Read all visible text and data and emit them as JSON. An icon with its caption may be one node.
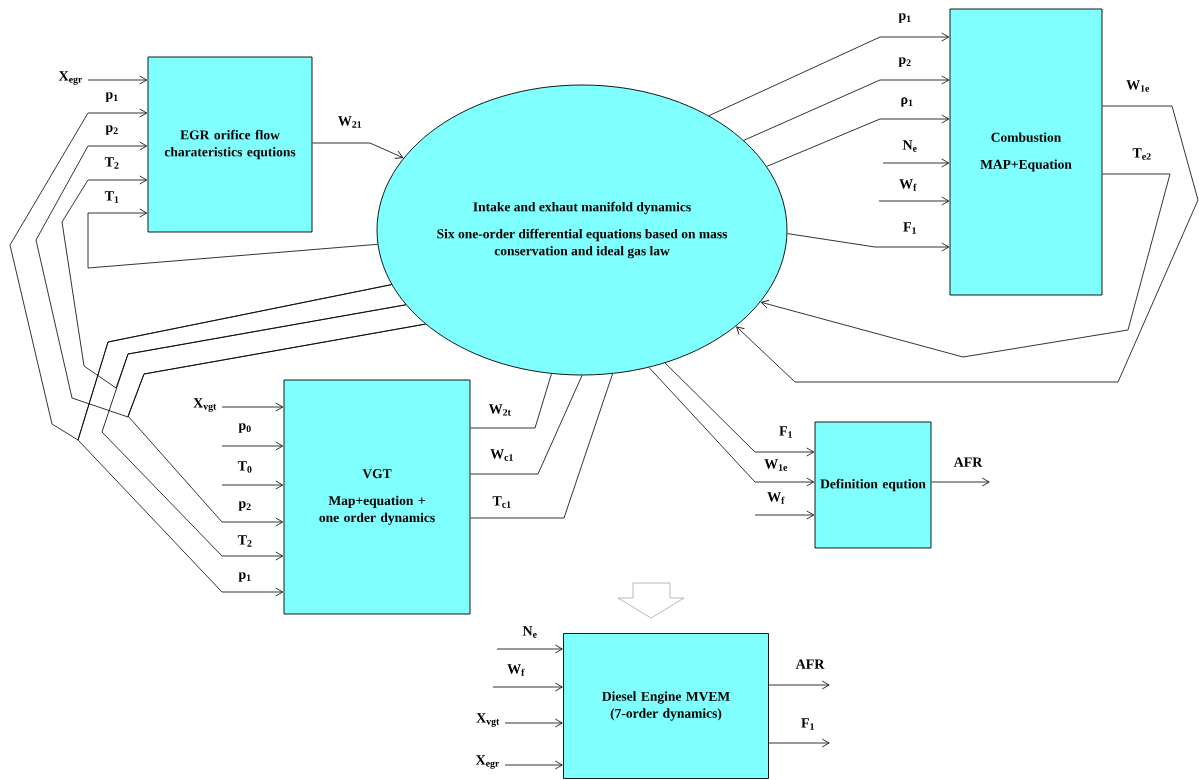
{
  "diagram": {
    "nodes": [
      {
        "text": [
          "EGR orifice flow charateristics equtions"
        ]
      },
      {
        "text": [
          "Intake and exhaut manifold dynamics",
          "Six one-order differential equations based on mass conservation and ideal gas law"
        ]
      },
      {
        "text": [
          "Combustion",
          "MAP+Equation"
        ]
      },
      {
        "text": [
          "VGT",
          "Map+equation + one order dynamics"
        ]
      },
      {
        "text": [
          "Definition eqution"
        ]
      },
      {
        "text": [
          "Diesel Engine MVEM (7-order dynamics)"
        ]
      }
    ],
    "edges": [
      {
        "from": null,
        "to": 0,
        "arrow": "to",
        "label": "X$_{egr}$"
      },
      {
        "from": 1,
        "to": 0,
        "arrow": "to",
        "label": "p$_{1}$"
      },
      {
        "from": 1,
        "to": 0,
        "arrow": "to",
        "label": "p$_{2}$"
      },
      {
        "from": 1,
        "to": 0,
        "arrow": "to",
        "label": "T$_{2}$"
      },
      {
        "from": 1,
        "to": 0,
        "arrow": "to",
        "label": "T$_{1}$"
      },
      {
        "from": 0,
        "to": 1,
        "arrow": "to",
        "label": "W$_{21}$"
      },
      {
        "from": 1,
        "to": 2,
        "arrow": "to",
        "label": "p$_{1}$"
      },
      {
        "from": 1,
        "to": 2,
        "arrow": "to",
        "label": "p$_{2}$"
      },
      {
        "from": 1,
        "to": 2,
        "arrow": "to",
        "label": "ρ$_{1}$"
      },
      {
        "from": null,
        "to": 2,
        "arrow": "to",
        "label": "N$_{e}$"
      },
      {
        "from": null,
        "to": 2,
        "arrow": "to",
        "label": "W$_{f}$"
      },
      {
        "from": 1,
        "to": 2,
        "arrow": "to",
        "label": "F$_{1}$"
      },
      {
        "from": 2,
        "to": 1,
        "arrow": "to",
        "label": "W$_{1e}$"
      },
      {
        "from": 2,
        "to": 1,
        "arrow": "to",
        "label": "T$_{e2}$"
      },
      {
        "from": null,
        "to": 3,
        "arrow": "to",
        "label": "X$_{vgt}$"
      },
      {
        "from": null,
        "to": 3,
        "arrow": "to",
        "label": "p$_{0}$"
      },
      {
        "from": null,
        "to": 3,
        "arrow": "to",
        "label": "T$_{0}$"
      },
      {
        "from": 1,
        "to": 3,
        "arrow": "to",
        "label": "p$_{2}$"
      },
      {
        "from": 1,
        "to": 3,
        "arrow": "to",
        "label": "T$_{2}$"
      },
      {
        "from": 1,
        "to": 3,
        "arrow": "to",
        "label": "p$_{1}$"
      },
      {
        "from": 3,
        "to": 1,
        "arrow": "none",
        "label": "W$_{2t}$"
      },
      {
        "from": 3,
        "to": 1,
        "arrow": "none",
        "label": "W$_{c1}$"
      },
      {
        "from": 3,
        "to": 1,
        "arrow": "none",
        "label": "T$_{c1}$"
      },
      {
        "from": 1,
        "to": 4,
        "arrow": "to",
        "label": "F$_{1}$"
      },
      {
        "from": 1,
        "to": 4,
        "arrow": "to",
        "label": "W$_{1e}$"
      },
      {
        "from": null,
        "to": 4,
        "arrow": "to",
        "label": "W$_{f}$"
      },
      {
        "from": 4,
        "to": null,
        "arrow": "to",
        "label": "AFR"
      },
      {
        "from": null,
        "to": 5,
        "arrow": "to",
        "label": "N$_{e}$"
      },
      {
        "from": null,
        "to": 5,
        "arrow": "to",
        "label": "W$_{f}$"
      },
      {
        "from": null,
        "to": 5,
        "arrow": "to",
        "label": "X$_{vgt}$"
      },
      {
        "from": null,
        "to": 5,
        "arrow": "to",
        "label": "X$_{egr}$"
      },
      {
        "from": 5,
        "to": null,
        "arrow": "to",
        "label": "AFR"
      },
      {
        "from": 5,
        "to": null,
        "arrow": "to",
        "label": "F$_{1}$"
      }
    ]
  }
}
